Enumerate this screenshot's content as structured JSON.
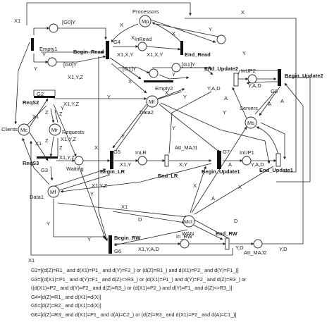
{
  "places": {
    "processors": "Processors",
    "processors_node": "Mp",
    "clients": "Clients",
    "clients_node": "Mc",
    "requests": "Requests",
    "requests_node": "Mr",
    "data1": "Data1",
    "data1_node": "Mf",
    "data2": "Data2",
    "data2_node": "Mf",
    "servers": "Servers",
    "servers_node": "Ms",
    "wan": "WAN",
    "wan_node": "Mct",
    "empty1": "Empty1",
    "empty2": "Empty2",
    "inread": "InRead",
    "inlr": "InLR",
    "inup1": "InUP1",
    "inup2": "InUP2",
    "waiting": "Waiting",
    "in_rw": "In_RW",
    "att_maj1": "Att_MAJ1",
    "att_maj2": "Att_MAJ2"
  },
  "transitions": {
    "begin_read": "Begin_Read",
    "end_read": "End_Read",
    "end_update2": "End_Update2",
    "begin_update2": "Begin_Update2",
    "begin_lr": "Begin_LR",
    "end_lr": "End_LR",
    "begin_update1": "Begin_Update1",
    "end_update1": "End_Update1",
    "begin_rw": "Begin_RW",
    "end_rw": "End_RW",
    "reqs2": "ReqS2",
    "reqs3": "ReqS3"
  },
  "guards_on_transitions": {
    "g2": "G2",
    "g3": "G3",
    "g4": "G4",
    "g5": "G5",
    "g6": "G6",
    "g7": "G7",
    "g8": "G8"
  },
  "arc_labels": {
    "x1": "X1",
    "x": "X",
    "y": "Y",
    "z": "Z",
    "a": "A",
    "d": "D",
    "g0y": "[G0]Y",
    "g1y": "[G1]Y",
    "x1xy": "X1,X,Y",
    "x1yz": "X1,Y,Z",
    "x1y": "X1,Y",
    "xy": "X,Y",
    "ayd": "Y,A,D",
    "yd": "Y,D",
    "x1yad": "X1,Y,A,D"
  },
  "guard_definitions": [
    "G2=[(d(Z)=R1_ and d(X1)=P1_ and d(Y)=F2_) or (d(Z)=R1_) and d(X1)=P2_ and d(Y)=F1_)]",
    "G3=[(d(X1)=P1_ and d(Y)=F1_ and d(Z)<>R3_) or (d(X1)=P1_) and d(Y)=F2_ and d(Z)=R3_) or",
    "((d(X1)=P2_ and d(Y)=F2_ and d(Z)=R3_) or (d(X1)=P2_) and d(Y)=F1_ and d(Z)<>R3_)]",
    "G4=[d(Z)=R1_ and d(X1)=d(X)]",
    "G5=[d(Z)=R2_ and d(X1)=d(X)]",
    "G6=[d(Z)=R3_ and d(X1)=P1_ and d(A)=C2_) or (d(Z)=R3_ and d(X1)=P2_ and d(A)=C1_)]"
  ]
}
